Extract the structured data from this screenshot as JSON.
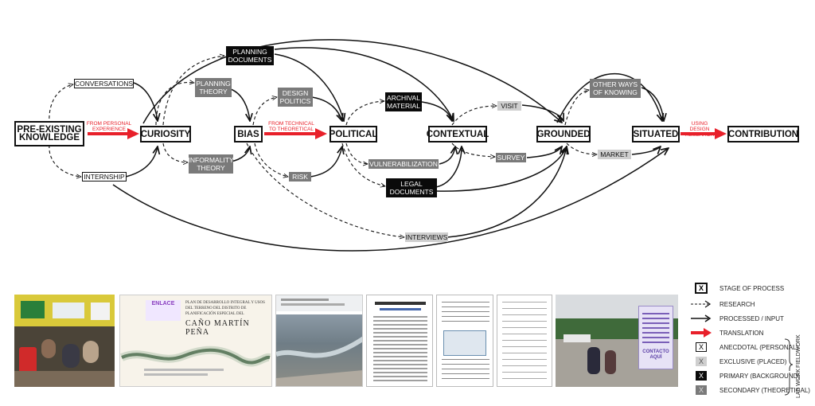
{
  "stages": {
    "pre_existing": "PRE-EXISTING KNOWLEDGE",
    "curiosity": "CURIOSITY",
    "bias": "BIAS",
    "political": "POLITICAL",
    "contextual": "CONTEXTUAL",
    "grounded": "GROUNDED",
    "situated": "SITUATED",
    "contribution": "CONTRIBUTION"
  },
  "translations": {
    "personal": "FROM PERSONAL EXPERIENCE",
    "technical": "FROM TECHNICAL TO THEORETICAL",
    "design": "USING DESIGN RESEARCH"
  },
  "inputs": {
    "conversations": "CONVERSATIONS",
    "internship": "INTERNSHIP",
    "planning_documents": "PLANNING DOCUMENTS",
    "planning_theory": "PLANNING THEORY",
    "informality_theory": "INFORMALITY THEORY",
    "design_politics": "DESIGN POLITICS",
    "risk": "RISK",
    "archival_material": "ARCHIVAL MATERIAL",
    "vulnerabilization": "VULNERABILIZATION",
    "legal_documents": "LEGAL DOCUMENTS",
    "visit": "VISIT",
    "survey": "SURVEY",
    "other_ways": "OTHER WAYS OF KNOWING",
    "market": "MARKET",
    "interviews": "INTERVIEWS"
  },
  "photos": {
    "plan_title": "PLAN DE DESARROLLO INTEGRAL Y USOS DEL TERRENO DEL DISTRITO DE PLANIFICACIÓN ESPECIAL DEL",
    "plan_name": "CAÑO MARTÍN PEÑA",
    "logo_text": "ENLACE",
    "sign_text": "CONTACTO AQUÍ"
  },
  "legend": {
    "stage_symbol": "X",
    "stage": "STAGE OF PROCESS",
    "research": "RESEARCH",
    "processed": "PROCESSED / INPUT",
    "translation": "TRANSLATION",
    "anecdotal": "ANECDOTAL (PERSONAL)",
    "exclusive": "EXCLUSIVE (PLACED)",
    "primary": "PRIMARY (BACKGROUND)",
    "secondary": "SECONDARY (THEORETICAL)",
    "fieldwork": "FIELDWORK",
    "labwork": "LAB WORK"
  },
  "colors": {
    "translation": "#e8202a",
    "primary": "#0a0a0a",
    "secondary": "#7a7a7a",
    "exclusive": "#cfcfcf",
    "line": "#111111"
  }
}
